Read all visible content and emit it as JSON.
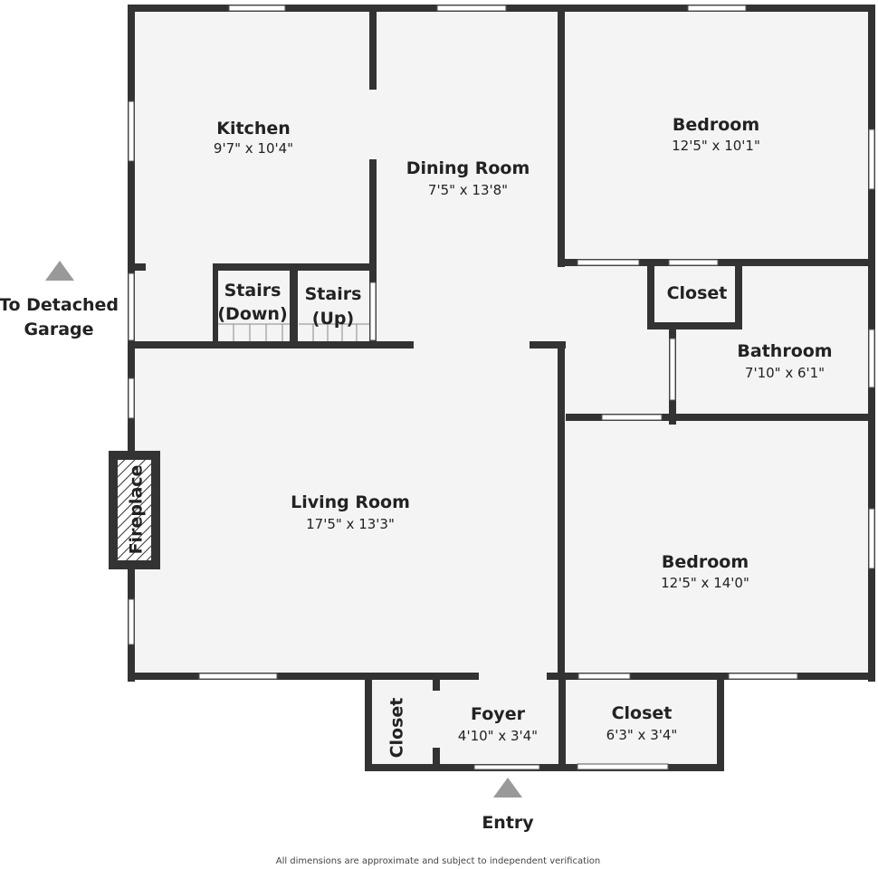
{
  "colors": {
    "wall": "#333333",
    "floor": "#f4f4f4",
    "window": "#ffffff",
    "marker": "#999999",
    "text": "#222222"
  },
  "rooms": {
    "kitchen": {
      "name": "Kitchen",
      "dims": "9'7\" x 10'4\""
    },
    "dining": {
      "name": "Dining Room",
      "dims": "7'5\" x 13'8\""
    },
    "bedroom_top": {
      "name": "Bedroom",
      "dims": "12'5\" x 10'1\""
    },
    "closet_mid": {
      "name": "Closet"
    },
    "bathroom": {
      "name": "Bathroom",
      "dims": "7'10\" x 6'1\""
    },
    "stairs_down": {
      "name_line1": "Stairs",
      "name_line2": "(Down)"
    },
    "stairs_up": {
      "name_line1": "Stairs",
      "name_line2": "(Up)"
    },
    "living": {
      "name": "Living Room",
      "dims": "17'5\" x 13'3\""
    },
    "bedroom_bottom": {
      "name": "Bedroom",
      "dims": "12'5\" x 14'0\""
    },
    "foyer": {
      "name": "Foyer",
      "dims": "4'10\" x 3'4\""
    },
    "closet_foyer": {
      "name": "Closet"
    },
    "closet_bottom": {
      "name": "Closet",
      "dims": "6'3\" x 3'4\""
    },
    "fireplace": {
      "name": "Fireplace"
    }
  },
  "labels": {
    "garage_line1": "To Detached",
    "garage_line2": "Garage",
    "entry": "Entry",
    "disclaimer": "All dimensions are approximate and subject to independent verification"
  }
}
